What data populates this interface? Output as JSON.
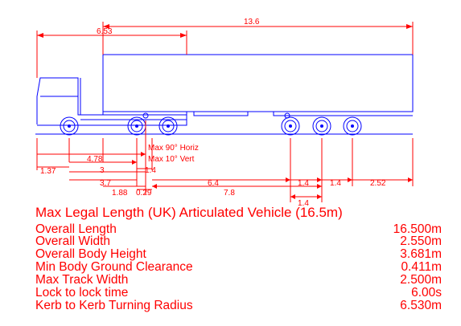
{
  "drawing": {
    "dimensions": {
      "total_length": "13.6",
      "kingpin_to_front": "6.53",
      "front_overhang": "1.37",
      "wheelbase": "4.78",
      "d_3": "3",
      "d_3_7": "3.7",
      "d_1_4_tractor": "1.4",
      "d_1_88": "1.88",
      "d_0_29": "0.29",
      "d_6_4": "6.4",
      "d_7_8": "7.8",
      "axle_spacing_1": "1.4",
      "axle_spacing_2": "1.4",
      "rear_overhang": "2.52",
      "axle_spacing_3": "1.4"
    },
    "notes": {
      "horiz": "Max 90° Horiz",
      "vert": "Max 10° Vert"
    }
  },
  "specs": {
    "title": "Max Legal Length (UK) Articulated Vehicle (16.5m)",
    "rows": [
      {
        "label": "Overall Length",
        "value": "16.500m"
      },
      {
        "label": "Overall Width",
        "value": "2.550m"
      },
      {
        "label": "Overall Body Height",
        "value": "3.681m"
      },
      {
        "label": "Min Body Ground Clearance",
        "value": "0.411m"
      },
      {
        "label": "Max Track Width",
        "value": "2.500m"
      },
      {
        "label": "Lock to lock time",
        "value": "6.00s"
      },
      {
        "label": "Kerb to Kerb Turning Radius",
        "value": "6.530m"
      }
    ]
  },
  "colors": {
    "vehicle": "#0000ff",
    "dimension": "#ff0000"
  }
}
